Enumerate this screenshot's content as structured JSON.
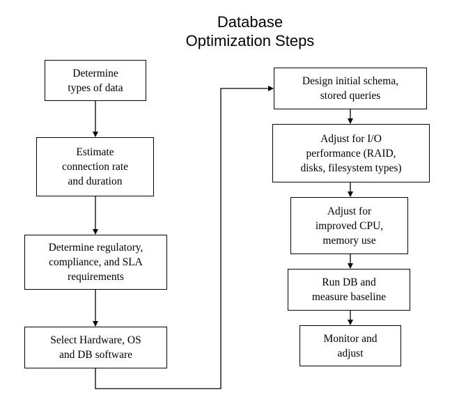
{
  "diagram": {
    "title_lines": [
      "Database",
      "Optimization Steps"
    ],
    "steps": [
      {
        "id": "determine-types-of-data",
        "text": "Determine\ntypes of data"
      },
      {
        "id": "estimate-connection-rate",
        "text": "Estimate\nconnection rate\nand duration"
      },
      {
        "id": "determine-regulatory-requirements",
        "text": "Determine regulatory,\ncompliance, and SLA\nrequirements"
      },
      {
        "id": "select-hardware",
        "text": "Select Hardware, OS\nand DB software"
      },
      {
        "id": "design-initial-schema",
        "text": "Design initial schema,\nstored queries"
      },
      {
        "id": "adjust-io-performance",
        "text": "Adjust for I/O\nperformance (RAID,\ndisks, filesystem types)"
      },
      {
        "id": "adjust-cpu-memory",
        "text": "Adjust for\nimproved CPU,\nmemory use"
      },
      {
        "id": "run-db-measure-baseline",
        "text": "Run DB and\nmeasure baseline"
      },
      {
        "id": "monitor-and-adjust",
        "text": "Monitor and\nadjust"
      }
    ],
    "colors": {
      "box_border": "#000000",
      "box_fill": "#ffffff",
      "text": "#000000",
      "connector": "#000000"
    }
  }
}
